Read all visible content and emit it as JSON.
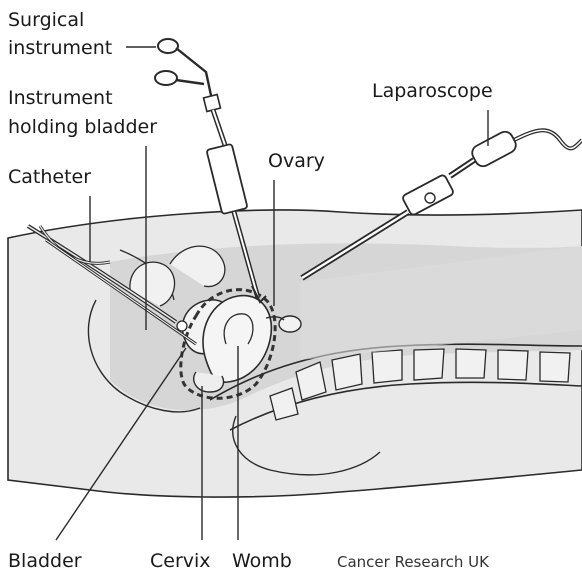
{
  "labels": {
    "surgical_instrument_line1": "Surgical",
    "surgical_instrument_line2": "instrument",
    "instrument_holding_line1": "Instrument",
    "instrument_holding_line2": "holding bladder",
    "catheter": "Catheter",
    "ovary": "Ovary",
    "laparoscope": "Laparoscope",
    "bladder": "Bladder",
    "cervix": "Cervix",
    "womb": "Womb"
  },
  "credit": "Cancer Research UK",
  "colors": {
    "tissue": "#e7e7e7",
    "tissue_dark": "#cfcfcf",
    "outline": "#2a2a2a",
    "dashed": "#333333",
    "background": "#ffffff"
  }
}
